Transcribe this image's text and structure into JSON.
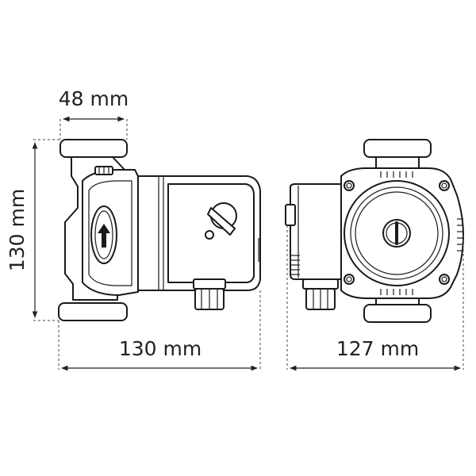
{
  "dimensions": {
    "flange_width": "48 mm",
    "height": "130 mm",
    "side_length": "130 mm",
    "front_length": "127 mm"
  },
  "colors": {
    "line": "#1a1a1a",
    "body_fill": "#cccccc",
    "background": "#ffffff"
  },
  "icons": {
    "flow_direction": "arrow-up-icon",
    "knob": "selector-knob-icon"
  }
}
